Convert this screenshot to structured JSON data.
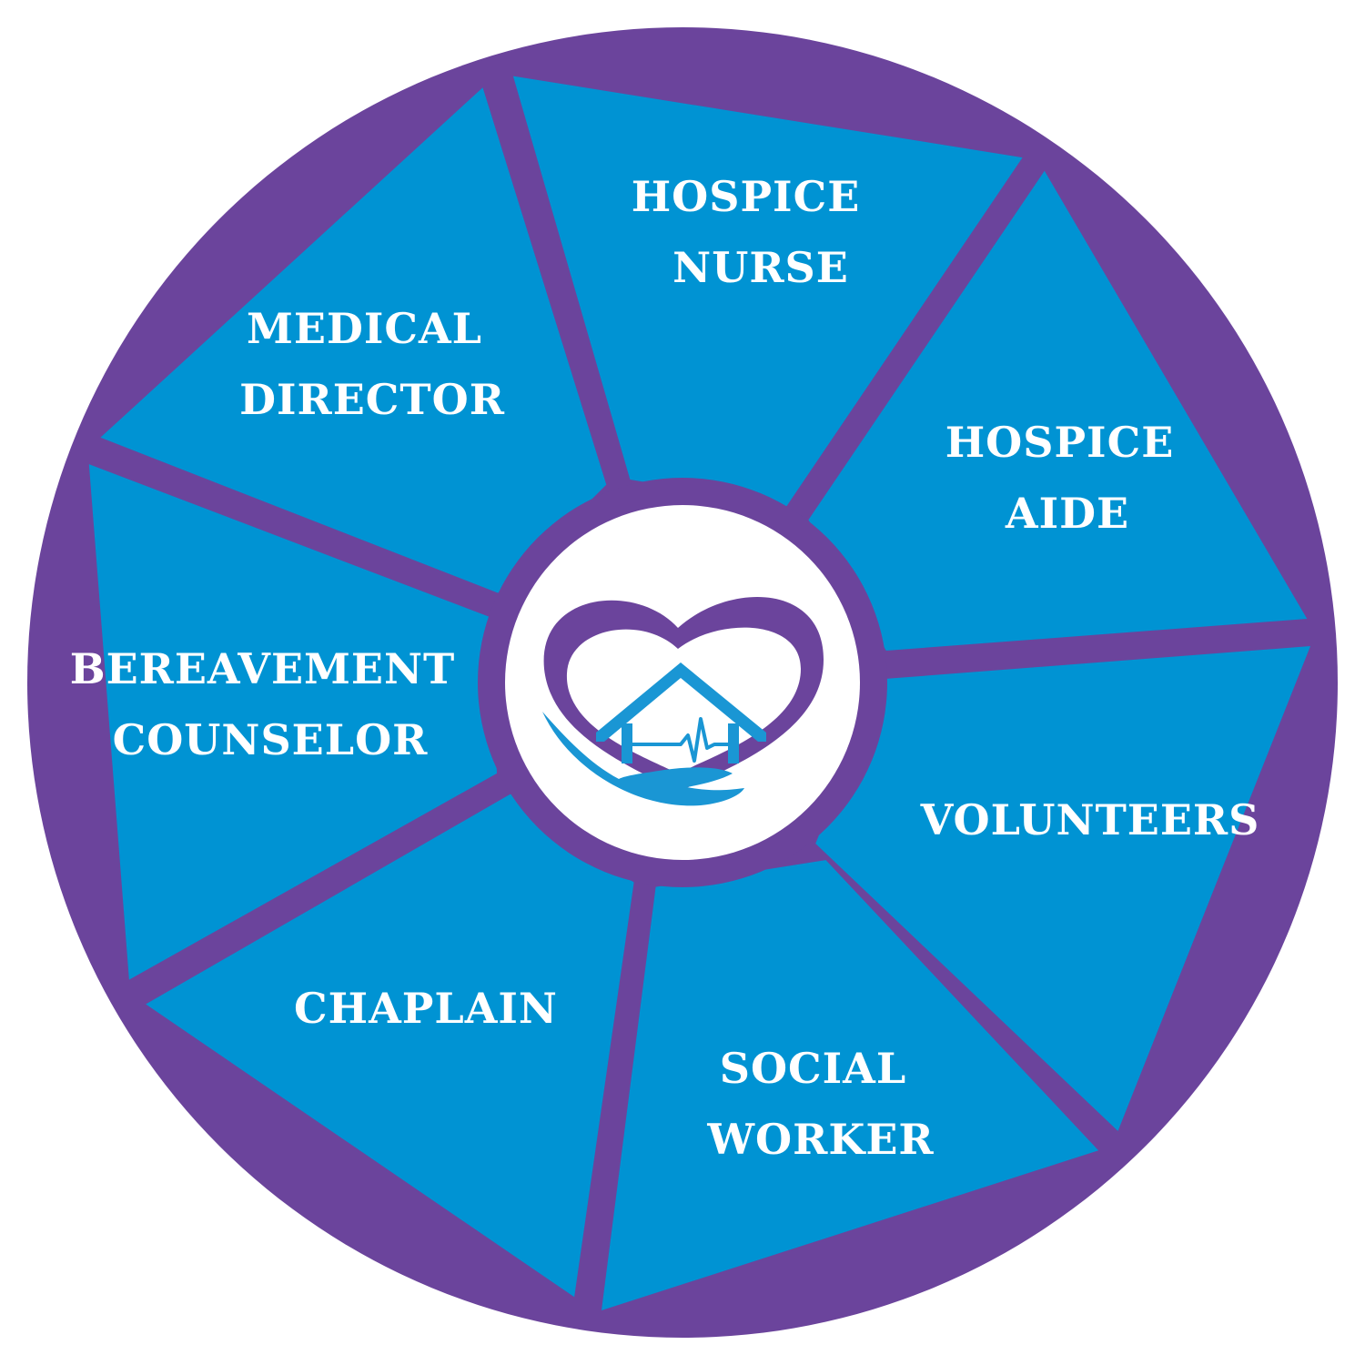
{
  "colors": {
    "segment_fill": "#0093D3",
    "border": "#6B449C",
    "hub_fill": "#FFFFFF",
    "label_text": "#FFFFFF",
    "logo_house": "#1A96D4",
    "logo_heart": "#6B449C"
  },
  "hub": {
    "logo_icon": "heart-house-hand-logo"
  },
  "segments": [
    {
      "line1": "HOSPICE",
      "line2": "NURSE"
    },
    {
      "line1": "HOSPICE",
      "line2": "AIDE"
    },
    {
      "line1": "VOLUNTEERS",
      "line2": ""
    },
    {
      "line1": "SOCIAL",
      "line2": "WORKER"
    },
    {
      "line1": "CHAPLAIN",
      "line2": ""
    },
    {
      "line1": "BEREAVEMENT",
      "line2": "COUNSELOR"
    },
    {
      "line1": "MEDICAL",
      "line2": "DIRECTOR"
    }
  ]
}
